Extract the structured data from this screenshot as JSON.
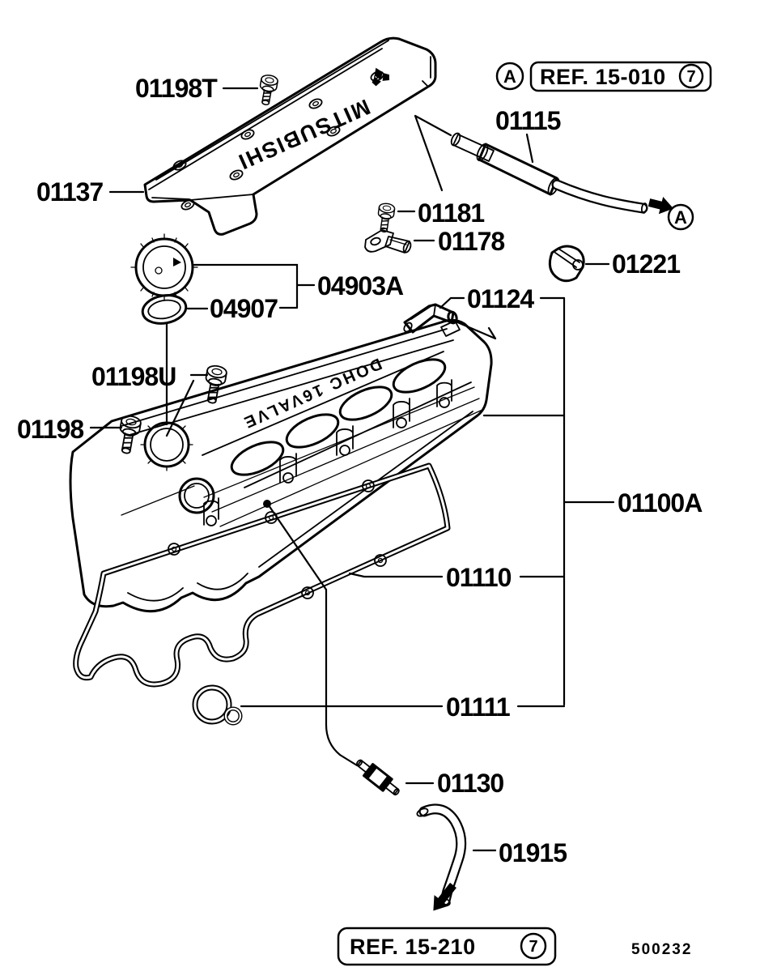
{
  "colors": {
    "ink": "#000000",
    "paper": "#ffffff"
  },
  "parts": {
    "p01198T": "01198T",
    "p01137": "01137",
    "p01115": "01115",
    "p01181": "01181",
    "p01178": "01178",
    "p01221": "01221",
    "p04903A": "04903A",
    "p04907": "04907",
    "p01124": "01124",
    "p01198U": "01198U",
    "p01198": "01198",
    "p01100A": "01100A",
    "p01110": "01110",
    "p01111": "01111",
    "p01130": "01130",
    "p01915": "01915"
  },
  "refs": {
    "top": {
      "marker": "A",
      "label": "REF. 15-010",
      "badge": "7"
    },
    "hose_marker": "A",
    "bottom": {
      "label": "REF. 15-210",
      "badge": "7"
    }
  },
  "artwork": {
    "brand_text": "MITSUBISHI",
    "cover_embossed": "DOHC 16VALVE"
  },
  "drawing_number": "500232"
}
